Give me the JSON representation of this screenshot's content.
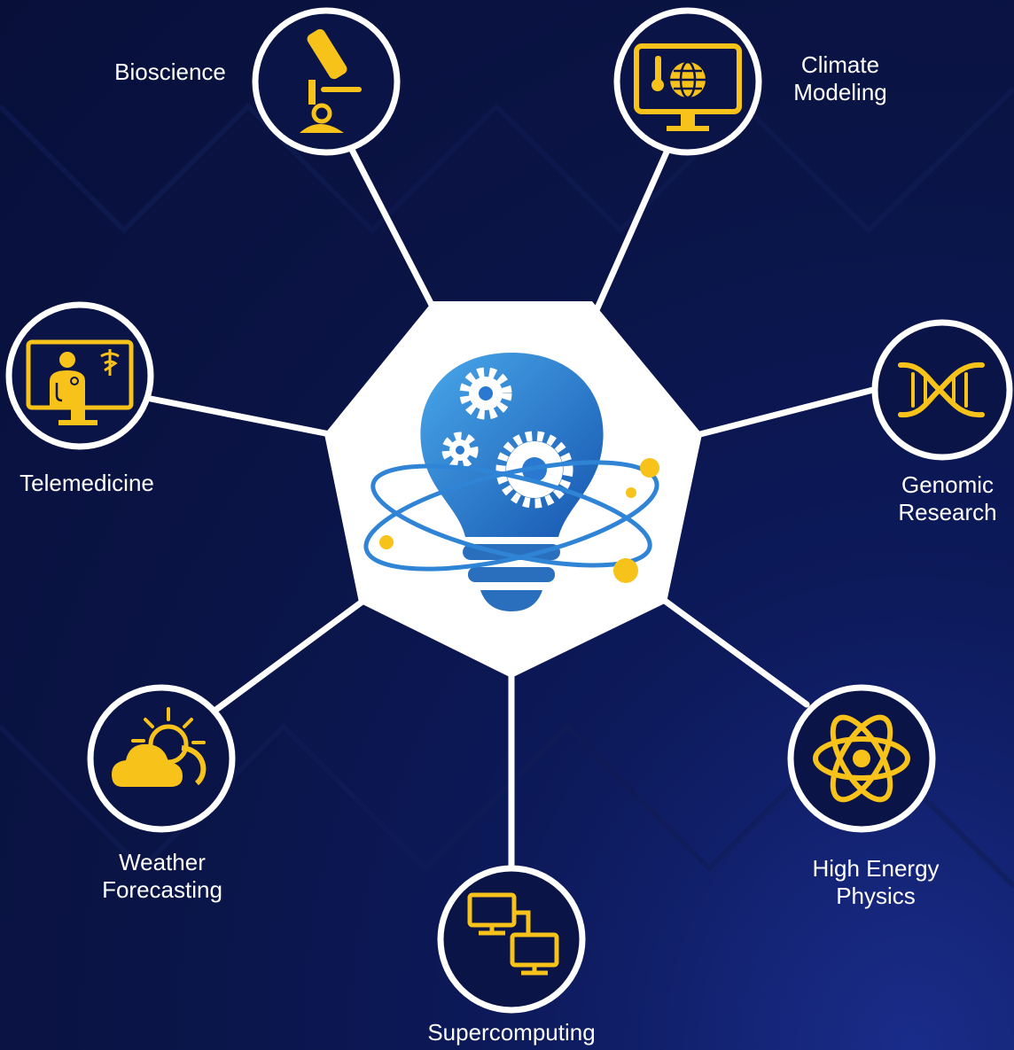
{
  "colors": {
    "background": "#0a1446",
    "line": "#ffffff",
    "icon": "#f7c21a",
    "bulb": "#1f73c8",
    "bulb_light": "#3b9be0",
    "hub": "#ffffff"
  },
  "hub": {
    "icon": "lightbulb-gears-atom-icon"
  },
  "nodes": [
    {
      "id": "bioscience",
      "icon": "microscope-icon",
      "lines": [
        "Bioscience"
      ]
    },
    {
      "id": "climate-modeling",
      "icon": "monitor-thermometer-globe-icon",
      "lines": [
        "Climate",
        "Modeling"
      ]
    },
    {
      "id": "genomic-research",
      "icon": "dna-helix-icon",
      "lines": [
        "Genomic",
        "Research"
      ]
    },
    {
      "id": "high-energy-physics",
      "icon": "atom-icon",
      "lines": [
        "High Energy",
        "Physics"
      ]
    },
    {
      "id": "supercomputing",
      "icon": "networked-computers-icon",
      "lines": [
        "Supercomputing"
      ]
    },
    {
      "id": "weather-forecasting",
      "icon": "sun-cloud-icon",
      "lines": [
        "Weather",
        "Forecasting"
      ]
    },
    {
      "id": "telemedicine",
      "icon": "doctor-monitor-icon",
      "lines": [
        "Telemedicine"
      ]
    }
  ]
}
